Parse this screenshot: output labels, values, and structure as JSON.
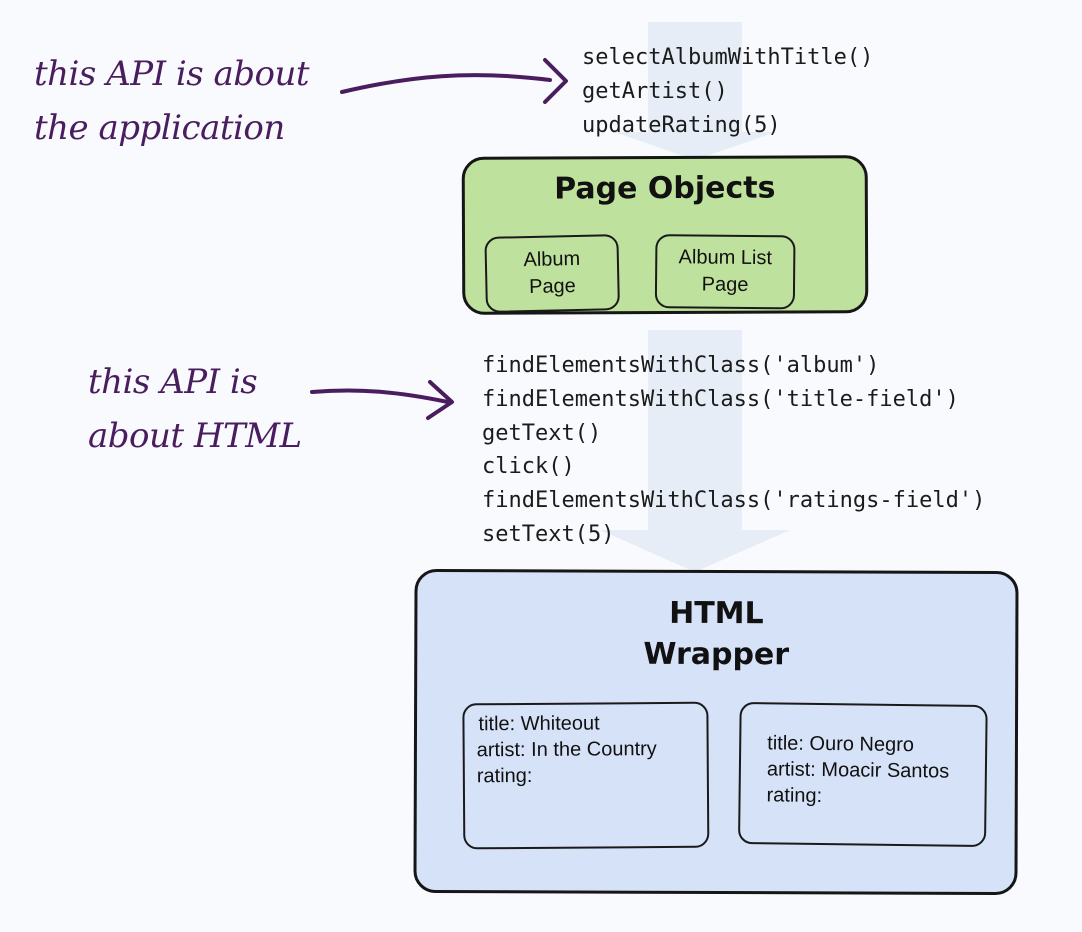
{
  "annotations": {
    "top": [
      "this API is about",
      "the application"
    ],
    "middle": [
      "this API is",
      "about HTML"
    ]
  },
  "app_api_calls": [
    "selectAlbumWithTitle()",
    "getArtist()",
    "updateRating(5)"
  ],
  "page_objects": {
    "title": "Page Objects",
    "pages": [
      {
        "lines": [
          "Album",
          "Page"
        ]
      },
      {
        "lines": [
          "Album List",
          "Page"
        ]
      }
    ]
  },
  "html_api_calls": [
    "findElementsWithClass('album')",
    "findElementsWithClass('title-field')",
    "getText()",
    "click()",
    "findElementsWithClass('ratings-field')",
    "setText(5)"
  ],
  "html_wrapper": {
    "title": [
      "HTML",
      "Wrapper"
    ],
    "records": [
      {
        "title": "title: Whiteout",
        "artist": "artist: In the Country",
        "rating": "rating:"
      },
      {
        "title": "title: Ouro Negro",
        "artist": "artist: Moacir Santos",
        "rating": "rating:"
      }
    ]
  },
  "colors": {
    "annotation_ink": "#4a1d5f",
    "page_objects_fill": "#bfe19e",
    "html_wrapper_fill": "#d6e2f8",
    "flow_arrow": "#e3ebf6"
  }
}
